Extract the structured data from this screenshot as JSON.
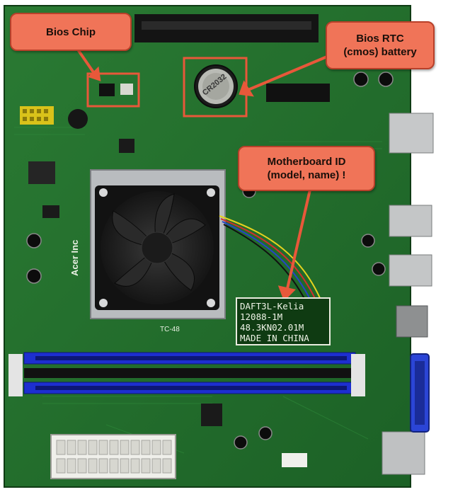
{
  "callouts": {
    "bios_chip": "Bios Chip",
    "bios_rtc_line1": "Bios RTC",
    "bios_rtc_line2": "(cmos) battery",
    "mb_id_line1": "Motherboard ID",
    "mb_id_line2": "(model, name) !"
  },
  "board_label": {
    "line1": "DAFT3L-Kelia",
    "line2": "12088-1M",
    "line3": "48.3KN02.01M",
    "line4": "MADE IN CHINA"
  },
  "silkscreen": {
    "vendor": "Acer Inc",
    "battery_type": "CR2032",
    "cpu_model_text": "TC-48"
  },
  "colors": {
    "pcb": "#1f6b2a",
    "callout_fill": "#f07458",
    "highlight_border": "#e8583a",
    "dimm_slot": "#1d2fd0",
    "vga_port": "#2b45d6"
  }
}
